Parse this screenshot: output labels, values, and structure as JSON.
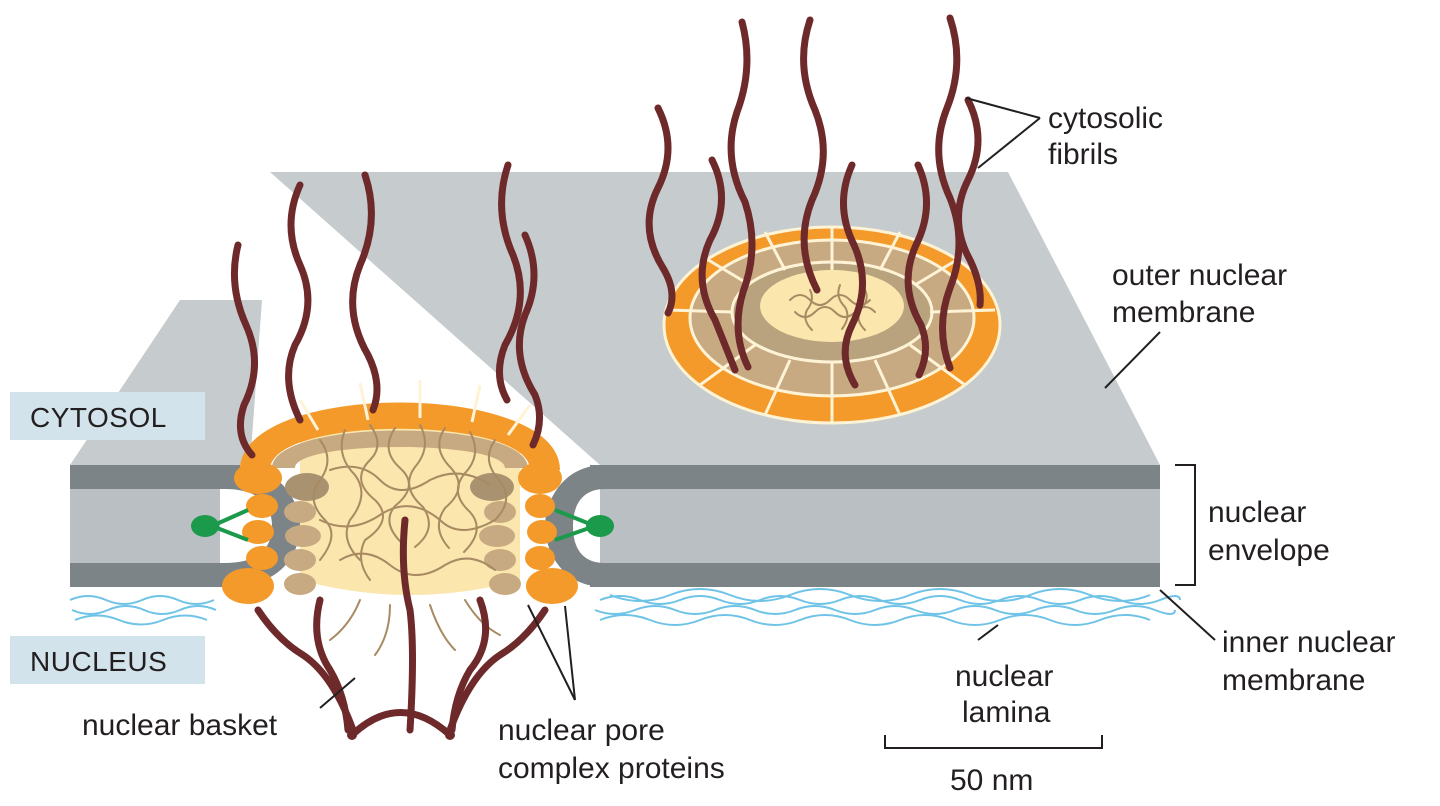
{
  "regions": {
    "cytosol": "CYTOSOL",
    "nucleus": "NUCLEUS"
  },
  "labels": {
    "cytosolic_fibrils_1": "cytosolic",
    "cytosolic_fibrils_2": "fibrils",
    "outer_membrane_1": "outer nuclear",
    "outer_membrane_2": "membrane",
    "envelope_1": "nuclear",
    "envelope_2": "envelope",
    "inner_membrane_1": "inner nuclear",
    "inner_membrane_2": "membrane",
    "lamina_1": "nuclear",
    "lamina_2": "lamina",
    "basket": "nuclear basket",
    "pore_proteins_1": "nuclear pore",
    "pore_proteins_2": "complex proteins",
    "scale": "50 nm"
  },
  "colors": {
    "membrane_top": "#c8cdcf",
    "membrane_edge": "#7d8487",
    "membrane_lower": "#b4babd",
    "pore_outer": "#f39a2a",
    "pore_tan": "#c8aa82",
    "pore_core": "#fbe7ae",
    "fibril": "#6e2a2a",
    "lamina": "#6fc3e6",
    "region_box": "#d3e3ec",
    "anchor": "#1a9a4a"
  }
}
